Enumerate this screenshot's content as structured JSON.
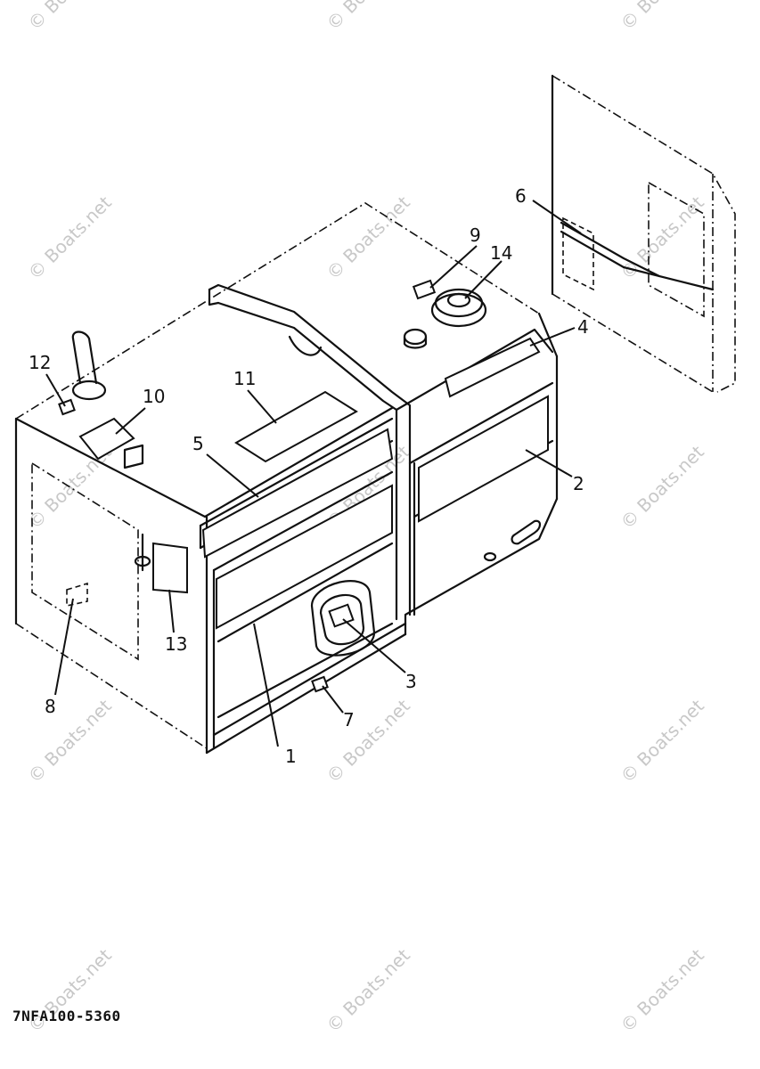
{
  "callouts": [
    "1",
    "2",
    "3",
    "4",
    "5",
    "6",
    "7",
    "8",
    "9",
    "10",
    "11",
    "12",
    "13",
    "14"
  ],
  "watermark": "© Boats.net",
  "part_code": "7NFA100-5360"
}
